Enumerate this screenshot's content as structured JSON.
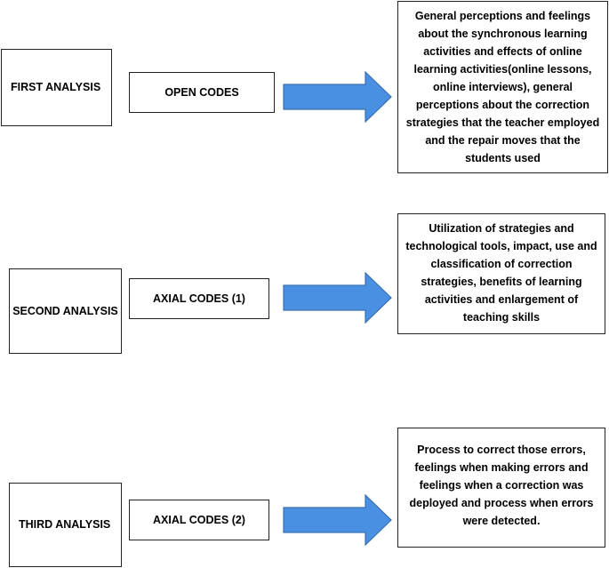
{
  "rows": [
    {
      "analysis_label": "FIRST ANALYSIS",
      "code_label": "OPEN CODES",
      "description": "General perceptions and feelings about the synchronous learning activities and effects of online learning activities(online lessons, online interviews), general perceptions about the correction strategies that the teacher employed and the repair moves that the students used"
    },
    {
      "analysis_label": "SECOND ANALYSIS",
      "code_label": "AXIAL CODES (1)",
      "description": "Utilization of strategies and technological tools, impact, use and classification of correction strategies, benefits of learning activities and enlargement of teaching skills"
    },
    {
      "analysis_label": "THIRD ANALYSIS",
      "code_label": "AXIAL CODES (2)",
      "description": "Process to correct those errors, feelings when making errors and feelings when a correction was deployed and process when errors were detected."
    }
  ],
  "colors": {
    "arrow_fill": "#4a90e2",
    "arrow_stroke": "#3a6fb0",
    "border": "#222222"
  }
}
